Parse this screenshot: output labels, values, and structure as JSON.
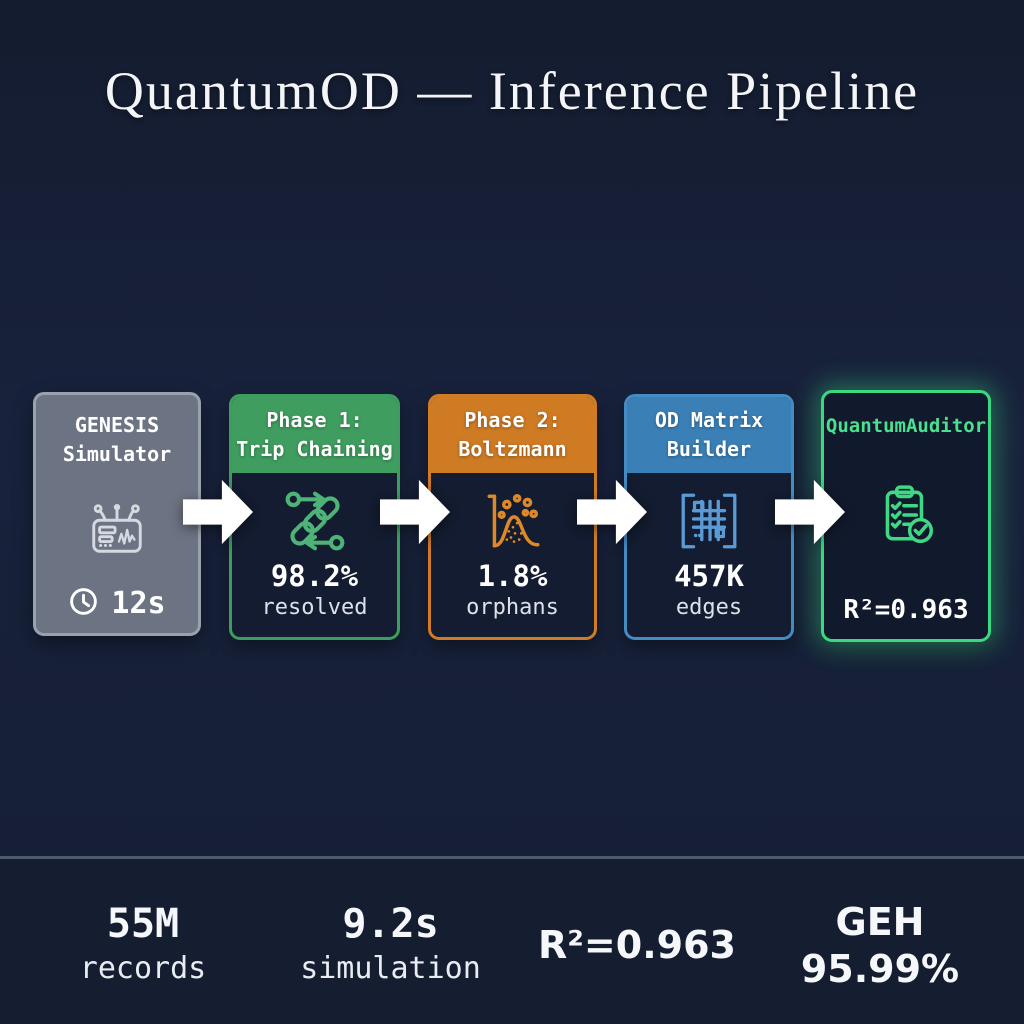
{
  "title": "QuantumOD — Inference Pipeline",
  "pipeline": {
    "stages": [
      {
        "id": "genesis-simulator",
        "line1": "GENESIS",
        "line2": "Simulator",
        "value": "12s",
        "label": "",
        "icon": "simulator-icon",
        "theme": "gray"
      },
      {
        "id": "phase1-trip-chaining",
        "line1": "Phase 1:",
        "line2": "Trip Chaining",
        "value": "98.2%",
        "label": "resolved",
        "icon": "chain-icon",
        "theme": "green"
      },
      {
        "id": "phase2-boltzmann",
        "line1": "Phase 2:",
        "line2": "Boltzmann",
        "value": "1.8%",
        "label": "orphans",
        "icon": "distribution-icon",
        "theme": "orange"
      },
      {
        "id": "od-matrix-builder",
        "line1": "OD Matrix",
        "line2": "Builder",
        "value": "457K",
        "label": "edges",
        "icon": "matrix-icon",
        "theme": "blue"
      },
      {
        "id": "quantum-auditor",
        "line1": "QuantumAuditor",
        "line2": "",
        "value": "R²=0.963",
        "label": "",
        "icon": "clipboard-check-icon",
        "theme": "glow-green"
      }
    ]
  },
  "footer": {
    "stats": [
      {
        "value": "55M",
        "label": "records"
      },
      {
        "value": "9.2s",
        "label": "simulation"
      },
      {
        "value": "R²=0.963",
        "label": ""
      },
      {
        "value": "GEH",
        "label": "95.99%"
      }
    ]
  },
  "colors": {
    "background": "#172036",
    "stage_gray": "#6c7382",
    "stage_green": "#3f9e5f",
    "stage_orange": "#cf7b23",
    "stage_blue": "#3a80b7",
    "auditor_green": "#3bd781",
    "arrow": "#ffffff",
    "divider": "#4f5b6c",
    "body_dark": "#131c30"
  }
}
